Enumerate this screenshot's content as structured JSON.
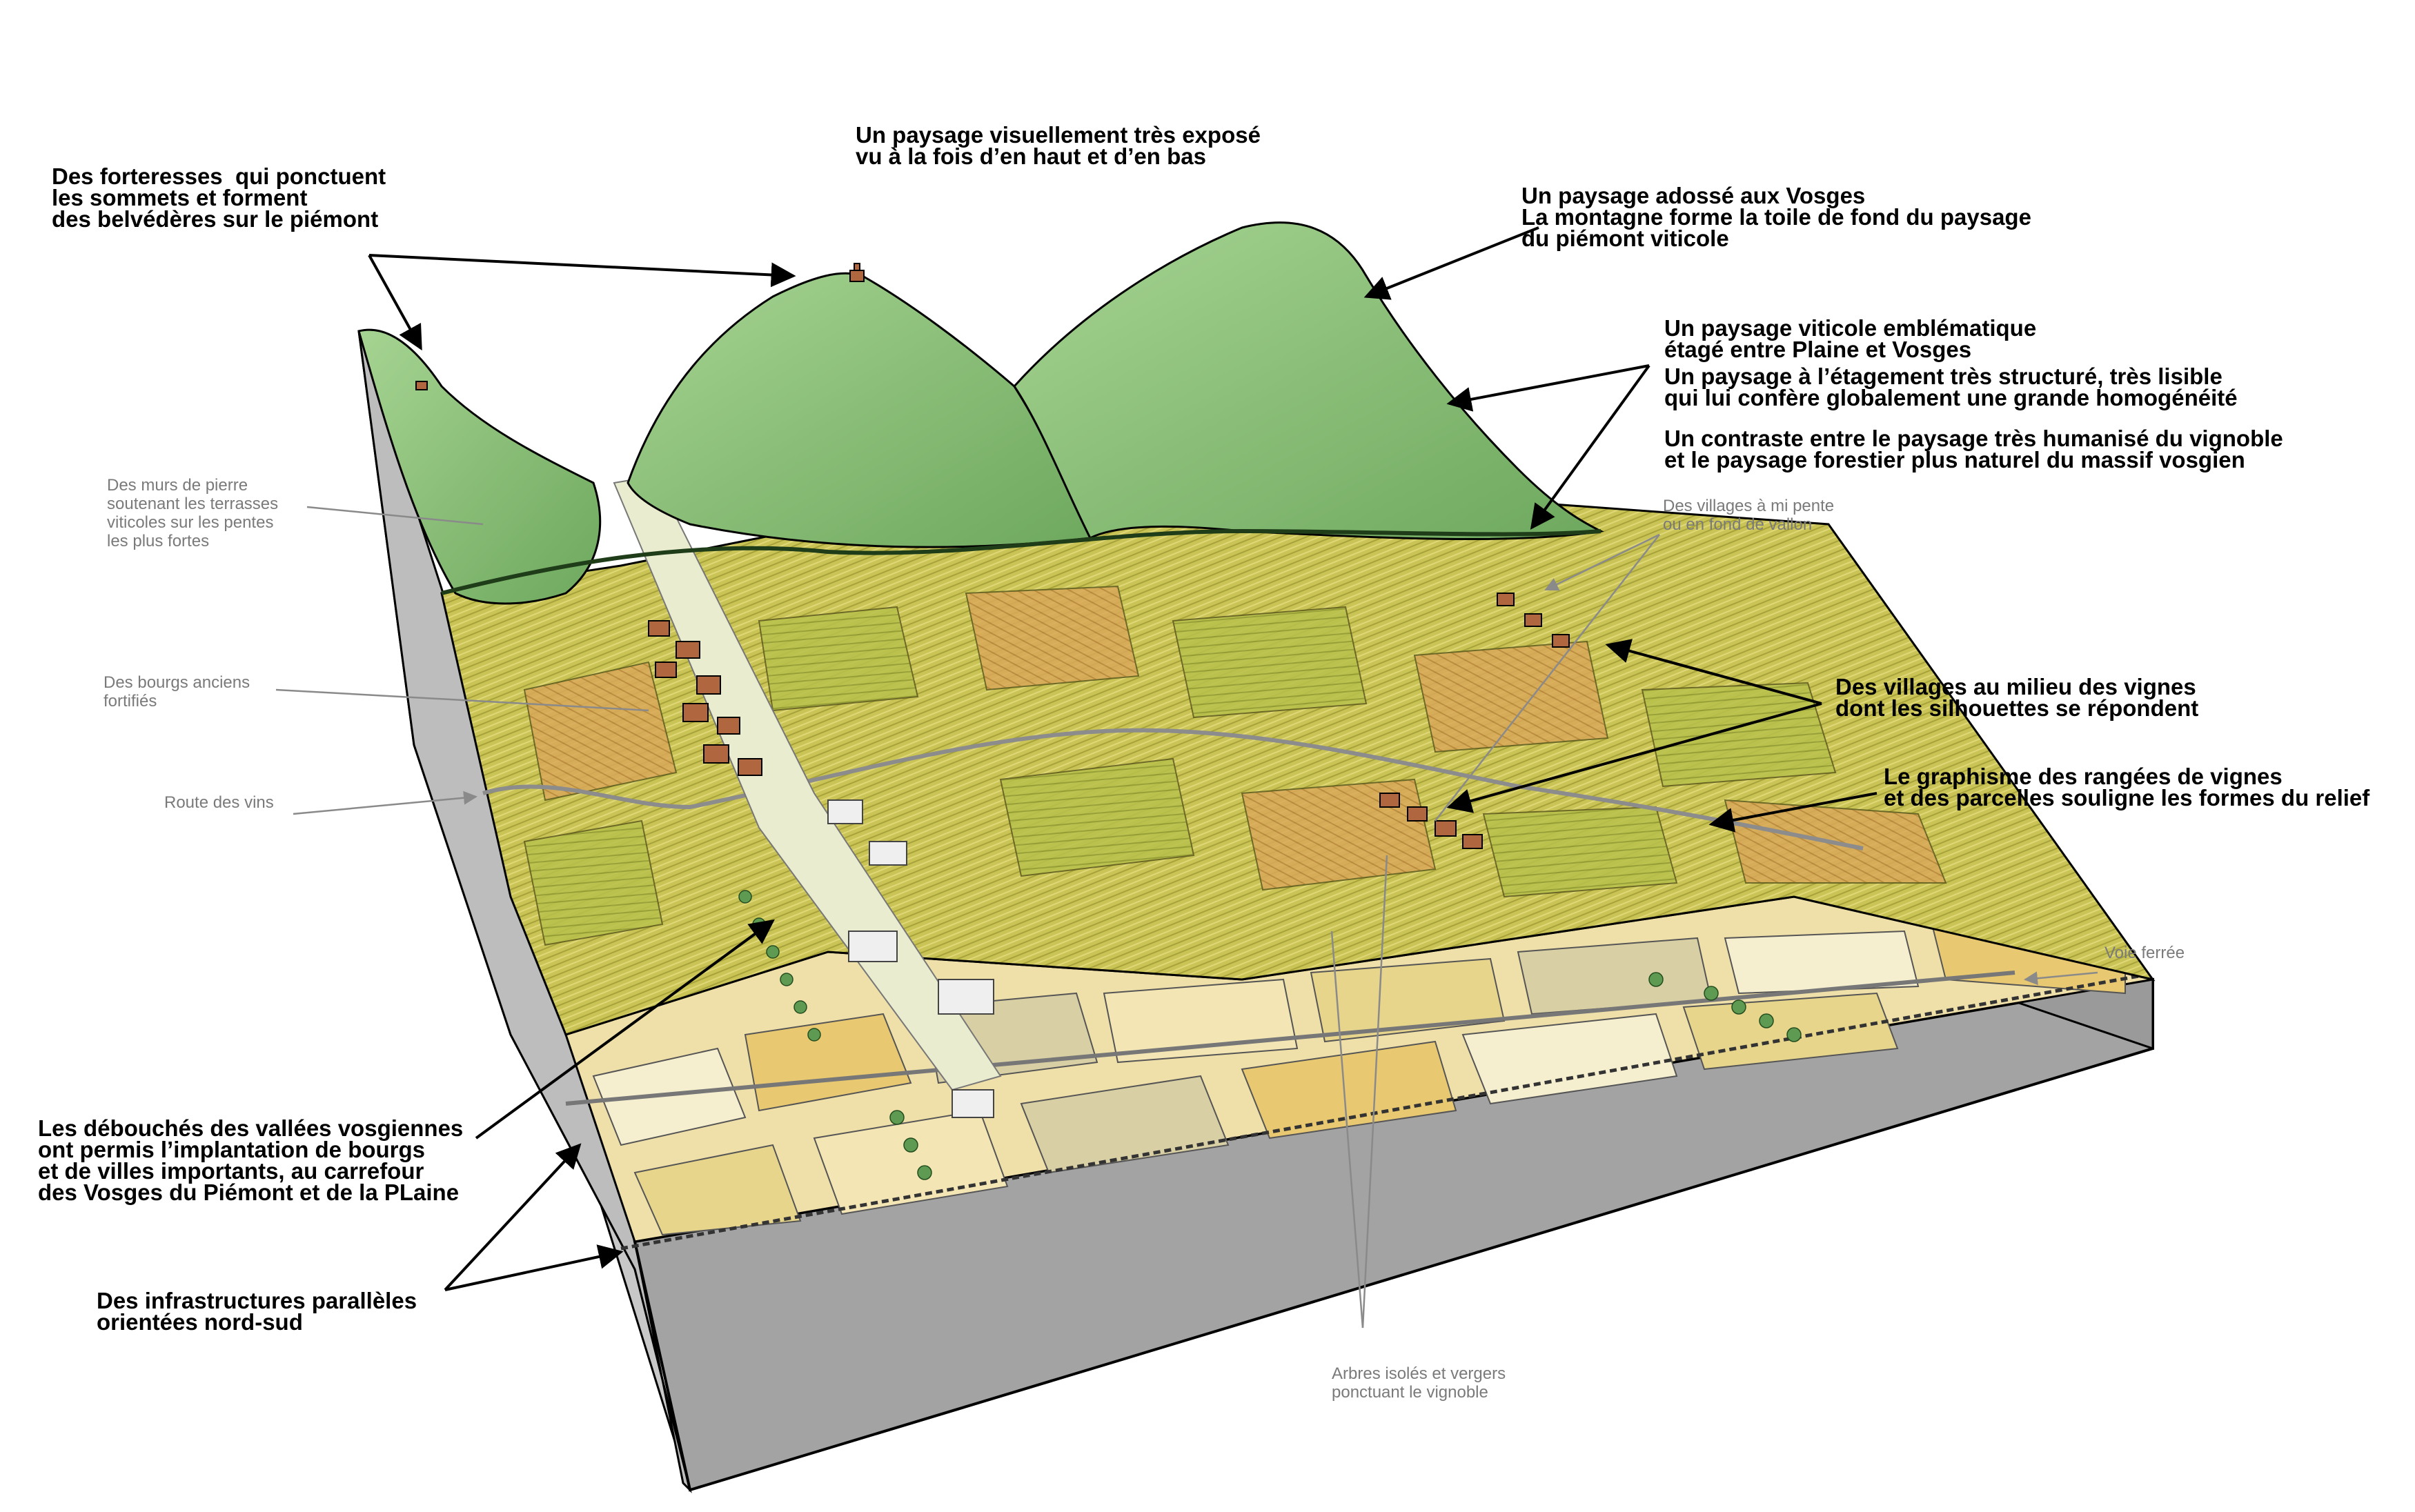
{
  "labels": {
    "forteresses": "Des forteresses  qui ponctuent\nles sommets et forment\ndes belvédères sur le piémont",
    "expose": "Un paysage visuellement très exposé\nvu à la fois d’en haut et d’en bas",
    "adosse": "Un paysage adossé aux Vosges\nLa montagne forme la toile de fond du paysage\ndu piémont viticole",
    "embleme": "Un paysage viticole emblématique\nétagé entre Plaine et Vosges",
    "etagement": "Un paysage à l’étagement très structuré, très lisible\nqui lui confère globalement une grande homogénéité",
    "contraste": "Un contraste entre le paysage très humanisé du vignoble\net le paysage forestier plus naturel du massif vosgien",
    "villages_milieu": "Des villages au milieu des vignes\ndont les silhouettes se répondent",
    "graphisme": "Le graphisme des rangées de vignes\net des parcelles souligne les formes du relief",
    "debouches": "Les débouchés des vallées vosgiennes\nont permis l’implantation de bourgs\net de villes importants, au carrefour\ndes Vosges du Piémont et de la PLaine",
    "infrastructures": "Des infrastructures parallèles\norientées nord-sud",
    "murs": "Des murs de pierre\nsoutenant les terrasses\nviticoles sur les pentes\nles plus fortes",
    "bourgs": "Des bourgs anciens\nfortifiés",
    "route": "Route des vins",
    "villages_pente": "Des villages à mi pente\nou en fond de vallon",
    "voie": "Voie ferrée",
    "arbres": "Arbres isolés et vergers\nponctuant le vignoble"
  },
  "colors": {
    "forest": "#86c276",
    "forest_dark": "#5f9a52",
    "vineyard": "#c9c455",
    "vineyard_orange": "#d9a85a",
    "plain": "#efdfa8",
    "plain_light": "#f5efcf",
    "block_side": "#a3a3a3",
    "block_left": "#c8c8c8",
    "roofs": "#b0663f"
  },
  "icons": [
    "fortress-icon"
  ]
}
